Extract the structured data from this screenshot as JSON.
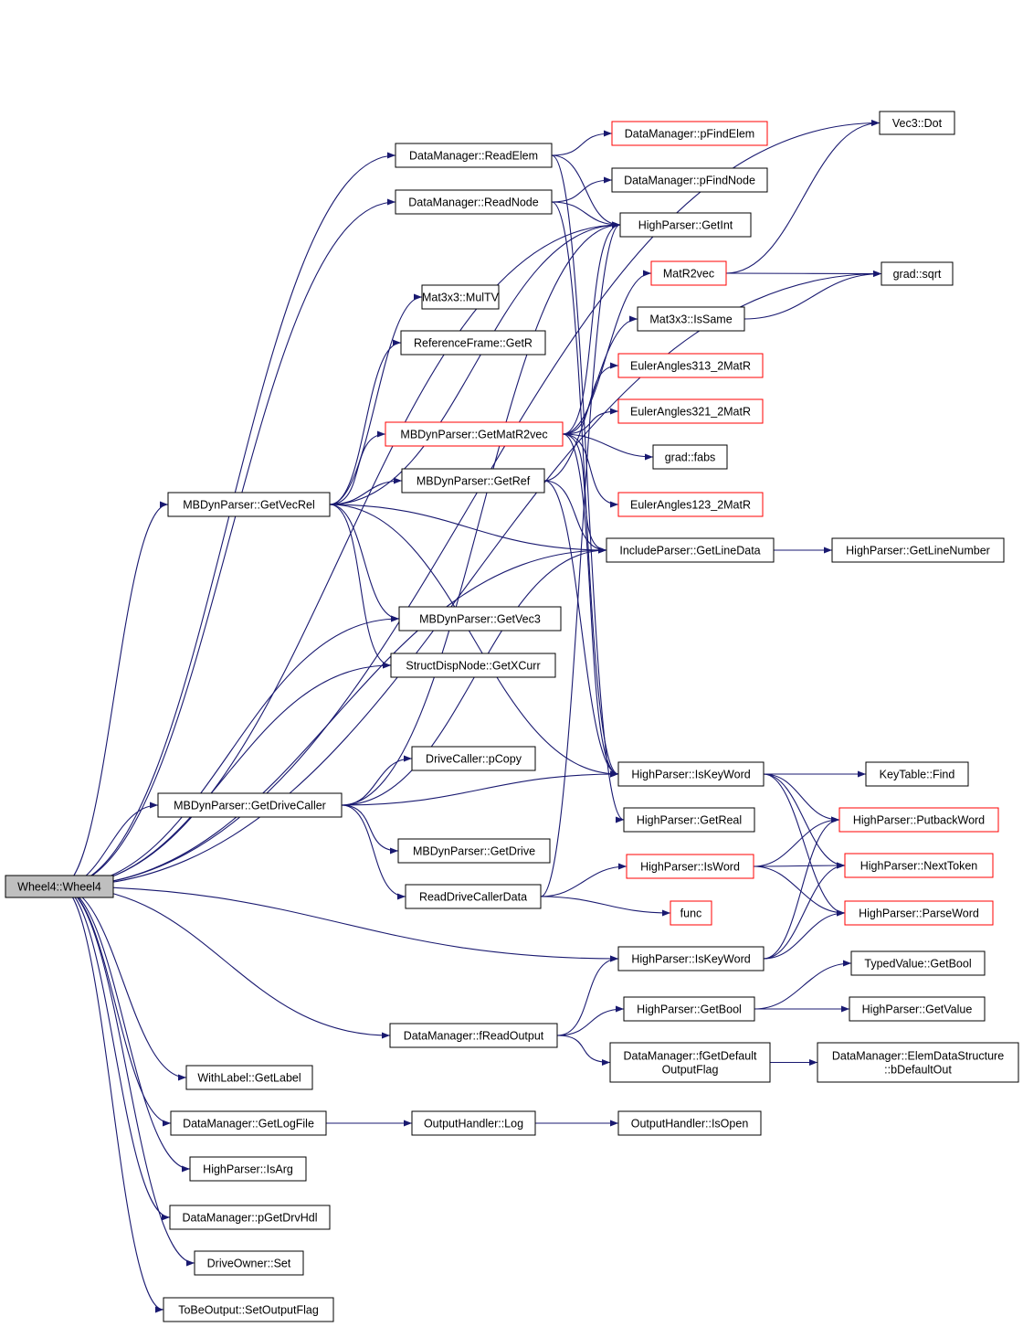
{
  "graph": {
    "root": "wheel4",
    "colors": {
      "edge": "#191970",
      "root_fill": "#bfbfbf",
      "node_border": "#000000",
      "truncated_border": "#ff0000"
    },
    "nodes": [
      {
        "id": "wheel4",
        "label": [
          "Wheel4::Wheel4"
        ],
        "root": true
      },
      {
        "id": "vec3dot",
        "label": [
          "Vec3::Dot"
        ]
      },
      {
        "id": "sqrt",
        "label": [
          "grad::sqrt"
        ]
      },
      {
        "id": "readelem",
        "label": [
          "DataManager::ReadElem"
        ]
      },
      {
        "id": "pfindelem",
        "label": [
          "DataManager::pFindElem"
        ],
        "truncated": true
      },
      {
        "id": "pfindnode",
        "label": [
          "DataManager::pFindNode"
        ]
      },
      {
        "id": "readnode",
        "label": [
          "DataManager::ReadNode"
        ]
      },
      {
        "id": "getint",
        "label": [
          "HighParser::GetInt"
        ]
      },
      {
        "id": "matr2vec",
        "label": [
          "MatR2vec"
        ],
        "truncated": true
      },
      {
        "id": "multv",
        "label": [
          "Mat3x3::MulTV"
        ]
      },
      {
        "id": "issame",
        "label": [
          "Mat3x3::IsSame"
        ]
      },
      {
        "id": "getr",
        "label": [
          "ReferenceFrame::GetR"
        ]
      },
      {
        "id": "ea313",
        "label": [
          "EulerAngles313_2MatR"
        ],
        "truncated": true
      },
      {
        "id": "getmatr2vec",
        "label": [
          "MBDynParser::GetMatR2vec"
        ],
        "truncated": true
      },
      {
        "id": "ea321",
        "label": [
          "EulerAngles321_2MatR"
        ],
        "truncated": true
      },
      {
        "id": "fabs",
        "label": [
          "grad::fabs"
        ]
      },
      {
        "id": "getref",
        "label": [
          "MBDynParser::GetRef"
        ]
      },
      {
        "id": "getvecrel",
        "label": [
          "MBDynParser::GetVecRel"
        ]
      },
      {
        "id": "ea123",
        "label": [
          "EulerAngles123_2MatR"
        ],
        "truncated": true
      },
      {
        "id": "getlinedata",
        "label": [
          "IncludeParser::GetLineData"
        ]
      },
      {
        "id": "getlinenumber",
        "label": [
          "HighParser::GetLineNumber"
        ]
      },
      {
        "id": "getvec3",
        "label": [
          "MBDynParser::GetVec3"
        ]
      },
      {
        "id": "getxcurr",
        "label": [
          "StructDispNode::GetXCurr"
        ]
      },
      {
        "id": "pcopy",
        "label": [
          "DriveCaller::pCopy"
        ]
      },
      {
        "id": "iskeyword1",
        "label": [
          "HighParser::IsKeyWord"
        ]
      },
      {
        "id": "find",
        "label": [
          "KeyTable::Find"
        ]
      },
      {
        "id": "getdrivecaller",
        "label": [
          "MBDynParser::GetDriveCaller"
        ]
      },
      {
        "id": "getreal",
        "label": [
          "HighParser::GetReal"
        ]
      },
      {
        "id": "putbackword",
        "label": [
          "HighParser::PutbackWord"
        ],
        "truncated": true
      },
      {
        "id": "getdrive",
        "label": [
          "MBDynParser::GetDrive"
        ]
      },
      {
        "id": "isword",
        "label": [
          "HighParser::IsWord"
        ],
        "truncated": true
      },
      {
        "id": "nexttoken",
        "label": [
          "HighParser::NextToken"
        ],
        "truncated": true
      },
      {
        "id": "readdrivecallerdata",
        "label": [
          "ReadDriveCallerData"
        ]
      },
      {
        "id": "func",
        "label": [
          "func"
        ],
        "truncated": true
      },
      {
        "id": "parseword",
        "label": [
          "HighParser::ParseWord"
        ],
        "truncated": true
      },
      {
        "id": "iskeyword2",
        "label": [
          "HighParser::IsKeyWord"
        ]
      },
      {
        "id": "getbooltv",
        "label": [
          "TypedValue::GetBool"
        ]
      },
      {
        "id": "getboolhp",
        "label": [
          "HighParser::GetBool"
        ]
      },
      {
        "id": "getvalue",
        "label": [
          "HighParser::GetValue"
        ]
      },
      {
        "id": "freadoutput",
        "label": [
          "DataManager::fReadOutput"
        ]
      },
      {
        "id": "fgetdefault",
        "label": [
          "DataManager::fGetDefault",
          "OutputFlag"
        ]
      },
      {
        "id": "bdefaultout",
        "label": [
          "DataManager::ElemDataStructure",
          "::bDefaultOut"
        ]
      },
      {
        "id": "getlabel",
        "label": [
          "WithLabel::GetLabel"
        ]
      },
      {
        "id": "getlogfile",
        "label": [
          "DataManager::GetLogFile"
        ]
      },
      {
        "id": "log",
        "label": [
          "OutputHandler::Log"
        ]
      },
      {
        "id": "isopen",
        "label": [
          "OutputHandler::IsOpen"
        ]
      },
      {
        "id": "isarg",
        "label": [
          "HighParser::IsArg"
        ]
      },
      {
        "id": "pgetdrvhdl",
        "label": [
          "DataManager::pGetDrvHdl"
        ]
      },
      {
        "id": "driveownerset",
        "label": [
          "DriveOwner::Set"
        ]
      },
      {
        "id": "setoutputflag",
        "label": [
          "ToBeOutput::SetOutputFlag"
        ]
      }
    ],
    "edges": [
      [
        "wheel4",
        "vec3dot"
      ],
      [
        "wheel4",
        "sqrt"
      ],
      [
        "wheel4",
        "readelem"
      ],
      [
        "wheel4",
        "readnode"
      ],
      [
        "wheel4",
        "getint"
      ],
      [
        "wheel4",
        "getvecrel"
      ],
      [
        "wheel4",
        "getvec3"
      ],
      [
        "wheel4",
        "getxcurr"
      ],
      [
        "wheel4",
        "getdrivecaller"
      ],
      [
        "wheel4",
        "getlinedata"
      ],
      [
        "wheel4",
        "iskeyword2"
      ],
      [
        "wheel4",
        "freadoutput"
      ],
      [
        "wheel4",
        "getlabel"
      ],
      [
        "wheel4",
        "getlogfile"
      ],
      [
        "wheel4",
        "isarg"
      ],
      [
        "wheel4",
        "pgetdrvhdl"
      ],
      [
        "wheel4",
        "driveownerset"
      ],
      [
        "wheel4",
        "setoutputflag"
      ],
      [
        "readelem",
        "pfindelem"
      ],
      [
        "readelem",
        "getint"
      ],
      [
        "readelem",
        "getreal"
      ],
      [
        "readnode",
        "pfindnode"
      ],
      [
        "readnode",
        "getint"
      ],
      [
        "readnode",
        "iskeyword1"
      ],
      [
        "getvecrel",
        "getint"
      ],
      [
        "getvecrel",
        "multv"
      ],
      [
        "getvecrel",
        "getr"
      ],
      [
        "getvecrel",
        "getmatr2vec"
      ],
      [
        "getvecrel",
        "getref"
      ],
      [
        "getvecrel",
        "getlinedata"
      ],
      [
        "getvecrel",
        "iskeyword1"
      ],
      [
        "getvecrel",
        "getvec3"
      ],
      [
        "getvecrel",
        "getxcurr"
      ],
      [
        "getmatr2vec",
        "getint"
      ],
      [
        "getmatr2vec",
        "matr2vec"
      ],
      [
        "getmatr2vec",
        "ea313"
      ],
      [
        "getmatr2vec",
        "ea321"
      ],
      [
        "getmatr2vec",
        "fabs"
      ],
      [
        "getmatr2vec",
        "ea123"
      ],
      [
        "getmatr2vec",
        "getlinedata"
      ],
      [
        "getmatr2vec",
        "iskeyword1"
      ],
      [
        "getref",
        "issame"
      ],
      [
        "getref",
        "getlinedata"
      ],
      [
        "getref",
        "iskeyword1"
      ],
      [
        "matr2vec",
        "vec3dot"
      ],
      [
        "matr2vec",
        "sqrt"
      ],
      [
        "issame",
        "sqrt"
      ],
      [
        "getlinedata",
        "getlinenumber"
      ],
      [
        "getdrivecaller",
        "getint"
      ],
      [
        "getdrivecaller",
        "pcopy"
      ],
      [
        "getdrivecaller",
        "iskeyword1"
      ],
      [
        "getdrivecaller",
        "getdrive"
      ],
      [
        "getdrivecaller",
        "readdrivecallerdata"
      ],
      [
        "getdrivecaller",
        "getlinedata"
      ],
      [
        "readdrivecallerdata",
        "getint"
      ],
      [
        "readdrivecallerdata",
        "isword"
      ],
      [
        "readdrivecallerdata",
        "func"
      ],
      [
        "iskeyword1",
        "find"
      ],
      [
        "iskeyword1",
        "putbackword"
      ],
      [
        "iskeyword1",
        "nexttoken"
      ],
      [
        "iskeyword1",
        "parseword"
      ],
      [
        "isword",
        "putbackword"
      ],
      [
        "isword",
        "nexttoken"
      ],
      [
        "isword",
        "parseword"
      ],
      [
        "iskeyword2",
        "putbackword"
      ],
      [
        "iskeyword2",
        "nexttoken"
      ],
      [
        "iskeyword2",
        "parseword"
      ],
      [
        "freadoutput",
        "iskeyword2"
      ],
      [
        "freadoutput",
        "getboolhp"
      ],
      [
        "freadoutput",
        "fgetdefault"
      ],
      [
        "getboolhp",
        "getbooltv"
      ],
      [
        "getboolhp",
        "getvalue"
      ],
      [
        "fgetdefault",
        "bdefaultout"
      ],
      [
        "getlogfile",
        "log"
      ],
      [
        "log",
        "isopen"
      ]
    ]
  }
}
